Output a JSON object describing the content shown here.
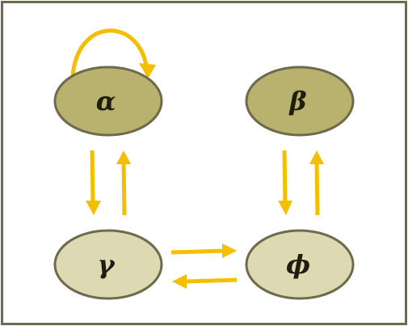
{
  "diagram": {
    "nodes": [
      {
        "id": "alpha",
        "label": "α",
        "fill": "#b8b26e"
      },
      {
        "id": "beta",
        "label": "β",
        "fill": "#b8b26e"
      },
      {
        "id": "gamma",
        "label": "γ",
        "fill": "#ddd9b2"
      },
      {
        "id": "phi",
        "label": "ϕ",
        "fill": "#ddd9b2"
      }
    ],
    "edges": [
      {
        "from": "alpha",
        "to": "alpha"
      },
      {
        "from": "alpha",
        "to": "gamma"
      },
      {
        "from": "gamma",
        "to": "alpha"
      },
      {
        "from": "beta",
        "to": "phi"
      },
      {
        "from": "phi",
        "to": "beta"
      },
      {
        "from": "gamma",
        "to": "phi"
      },
      {
        "from": "phi",
        "to": "gamma"
      }
    ],
    "colors": {
      "border": "#6e6a4c",
      "node_stroke": "#6e6a4c",
      "arrow": "#f5be00"
    }
  }
}
